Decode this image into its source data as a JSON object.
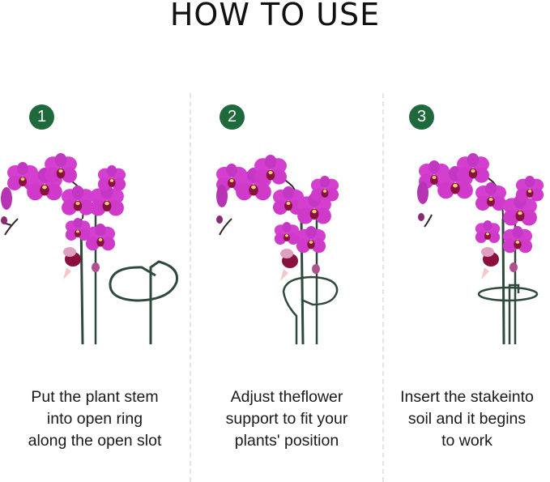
{
  "title": "HOW TO USE",
  "colors": {
    "badge": "#1f6a3d",
    "petal": "#d43fd0",
    "petal_dark": "#a02aa8",
    "center": "#8a1040",
    "stake": "#2f4a3c",
    "divider": "#e4e4e4"
  },
  "steps": [
    {
      "number": "1",
      "illustration": "orchid-with-separate-ring-support",
      "caption": [
        "Put the plant stem",
        "into open ring",
        "along the open slot"
      ]
    },
    {
      "number": "2",
      "illustration": "orchid-stem-entering-ring-support",
      "caption": [
        "Adjust theflower",
        "support to fit your",
        "plants' position"
      ]
    },
    {
      "number": "3",
      "illustration": "orchid-supported-by-ring-stake",
      "caption": [
        "Insert the stakeinto",
        "soil and it begins",
        "to work"
      ]
    }
  ]
}
